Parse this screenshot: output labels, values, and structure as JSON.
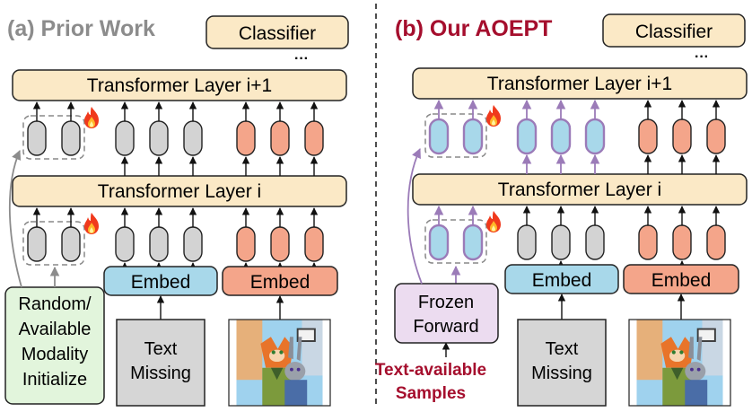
{
  "left": {
    "title": "(a) Prior Work",
    "classifier": "Classifier",
    "ellipsis": "···",
    "layer_top": "Transformer Layer i+1",
    "layer_mid": "Transformer Layer i",
    "embed_text": "Embed",
    "embed_image": "Embed",
    "missing_line1": "Text",
    "missing_line2": "Missing",
    "init_line1": "Random/",
    "init_line2": "Available",
    "init_line3": "Modality",
    "init_line4": "Initialize"
  },
  "right": {
    "title": "(b) Our AOEPT",
    "classifier": "Classifier",
    "ellipsis": "···",
    "layer_top": "Transformer Layer i+1",
    "layer_mid": "Transformer Layer i",
    "embed_text": "Embed",
    "embed_image": "Embed",
    "missing_line1": "Text",
    "missing_line2": "Missing",
    "frozen_line1": "Frozen",
    "frozen_line2": "Forward",
    "samples_line1": "Text-available",
    "samples_line2": "Samples"
  },
  "colors": {
    "layer_fill": "#fbe9c6",
    "embed_text_fill": "#a8d8ea",
    "embed_image_fill": "#f4a58a",
    "token_gray": "#d3d3d3",
    "token_orange": "#f4a58a",
    "token_blue": "#a8d8ea",
    "purple": "#9b7bb8",
    "init_fill": "#e2f5dc",
    "frozen_fill": "#ecdcf0",
    "missing_fill": "#d6d6d6",
    "crimson": "#a50e2d",
    "gray_title": "#8c8c8c"
  },
  "icons": [
    "fire-icon",
    "cartoon-scene-image"
  ]
}
